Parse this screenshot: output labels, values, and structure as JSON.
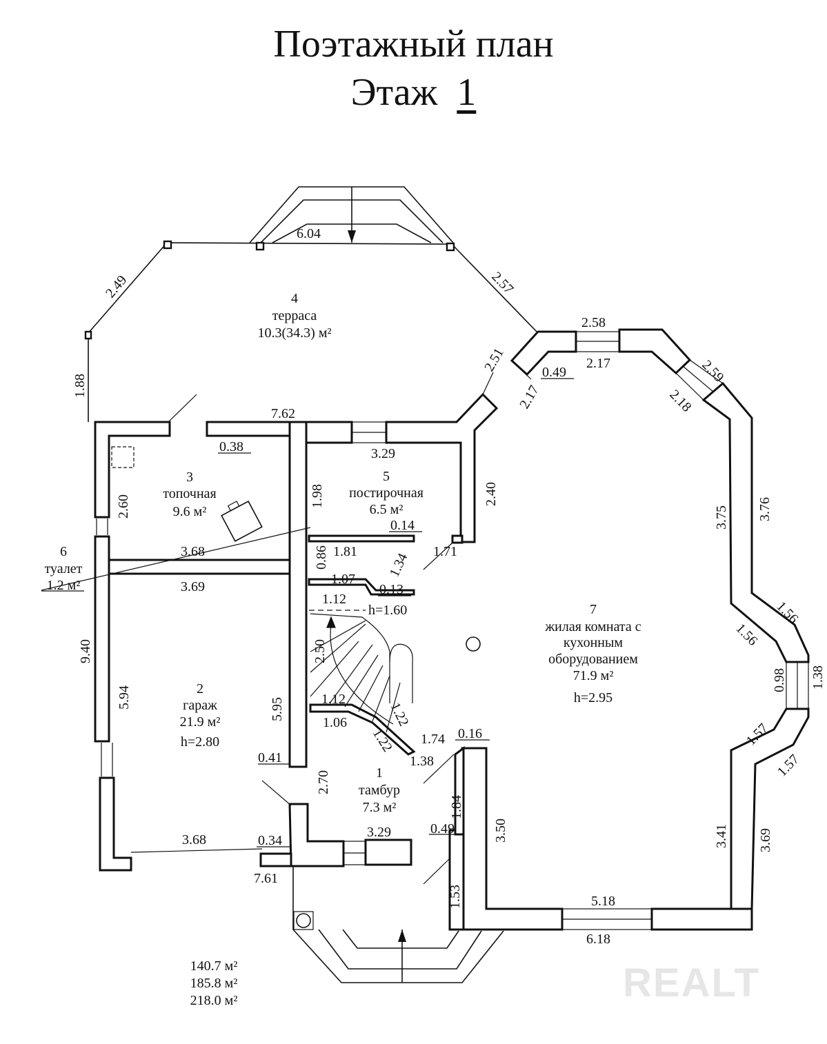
{
  "title": "Поэтажный план",
  "floor": {
    "label": "Этаж",
    "number": "1"
  },
  "rooms": [
    {
      "number": "1",
      "name": "тамбур",
      "area": "7.3 м²"
    },
    {
      "number": "2",
      "name": "гараж",
      "area": "21.9 м²",
      "height": "h=2.80"
    },
    {
      "number": "3",
      "name": "топочная",
      "area": "9.6 м²"
    },
    {
      "number": "4",
      "name": "терраса",
      "area": "10.3(34.3) м²"
    },
    {
      "number": "5",
      "name": "постирочная",
      "area": "6.5 м²"
    },
    {
      "number": "6",
      "name": "туалет",
      "area": "1.2 м²"
    },
    {
      "number": "7",
      "name_lines": [
        "жилая комната с",
        "кухонным",
        "оборудованием"
      ],
      "area": "71.9 м²",
      "height": "h=2.95"
    }
  ],
  "stair_height": "h=1.60",
  "dimensions": {
    "terrace_top": "6.04",
    "terrace_left_diag": "2.49",
    "terrace_right_diag": "2.57",
    "terrace_left": "1.88",
    "bay_top_out": "2.58",
    "bay_top_in": "2.17",
    "bay_top_left_a": "2.51",
    "bay_top_left_b": "2.17",
    "bay_top_left_c": "0.49",
    "ne_diag_out": "2.59",
    "ne_diag_in": "2.18",
    "east_in": "3.75",
    "east_out": "3.76",
    "e_bay_top_out": "1.56",
    "e_bay_top_in": "1.56",
    "e_bay_mid_in": "0.98",
    "e_bay_mid_out": "1.38",
    "e_bay_bot_in": "1.57",
    "e_bay_bot_out": "1.57",
    "se_in": "3.41",
    "se_out": "3.69",
    "south_in": "5.18",
    "south_out": "6.18",
    "room7_west": "2.40",
    "room7_sw": "3.50",
    "top_wall": "7.62",
    "boiler_door": "0.38",
    "laundry_bottom": "3.29",
    "laundry_height": "1.98",
    "boiler_height": "2.60",
    "boiler_bottom": "3.68",
    "garage_top": "3.69",
    "garage_outer": "9.40",
    "garage_inner": "5.94",
    "hall_wall": "5.95",
    "garage_bottom": "3.68",
    "vest_wall_a": "0.41",
    "vest_wall_b": "2.70",
    "vest_small": "0.34",
    "vest_outer": "7.61",
    "vest_window": "3.29",
    "vest_right_a": "1.84",
    "vest_right_b": "1.53",
    "vest_right_c": "0.49",
    "vest_right_d": "0.16",
    "stair_a": "0.14",
    "stair_b": "1.81",
    "stair_c": "1.34",
    "stair_d": "1.71",
    "stair_e": "0.86",
    "stair_f": "1.07",
    "stair_g": "0.13",
    "stair_h": "1.12",
    "stair_i": "2.50",
    "stair_j": "1.12",
    "stair_k": "1.06",
    "stair_l": "1.22",
    "stair_m": "1.22",
    "stair_n": "1.74",
    "stair_o": "1.38"
  },
  "totals": [
    "140.7 м²",
    "185.8 м²",
    "218.0 м²"
  ],
  "watermark": "REALT",
  "colors": {
    "line": "#111111",
    "background": "#ffffff",
    "watermark": "#e6e6e6"
  }
}
